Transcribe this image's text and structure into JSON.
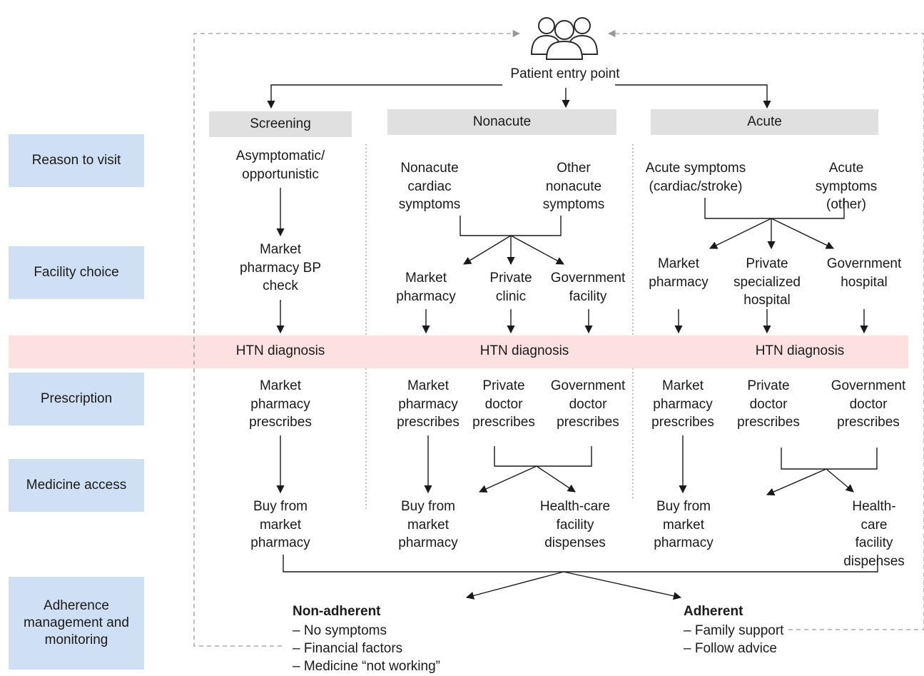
{
  "entry": {
    "icon": "people-group-icon",
    "label": "Patient entry point"
  },
  "rows": [
    {
      "id": "reason",
      "label": "Reason to visit"
    },
    {
      "id": "facility",
      "label": "Facility choice"
    },
    {
      "id": "prescription",
      "label": "Prescription"
    },
    {
      "id": "medicine",
      "label": "Medicine access"
    },
    {
      "id": "adherence",
      "label": "Adherence\nmanagement and\nmonitoring"
    }
  ],
  "columns": {
    "screening": {
      "title": "Screening",
      "reason": "Asymptomatic/\nopportunistic",
      "facility": "Market\npharmacy BP\ncheck",
      "diagnosis": "HTN diagnosis",
      "prescription": "Market\npharmacy\nprescribes",
      "medicine": "Buy from\nmarket\npharmacy"
    },
    "nonacute": {
      "title": "Nonacute",
      "reason": [
        "Nonacute\ncardiac\nsymptoms",
        "Other\nnonacute\nsymptoms"
      ],
      "facility": [
        "Market\npharmacy",
        "Private\nclinic",
        "Government\nfacility"
      ],
      "diagnosis": "HTN diagnosis",
      "prescription": [
        "Market\npharmacy\nprescribes",
        "Private\ndoctor\nprescribes",
        "Government\ndoctor\nprescribes"
      ],
      "medicine": [
        "Buy from\nmarket\npharmacy",
        "Health-care\nfacility\ndispenses"
      ]
    },
    "acute": {
      "title": "Acute",
      "reason": [
        "Acute symptoms\n(cardiac/stroke)",
        "Acute symptoms\n(other)"
      ],
      "facility": [
        "Market\npharmacy",
        "Private\nspecialized\nhospital",
        "Government\nhospital"
      ],
      "diagnosis": "HTN diagnosis",
      "prescription": [
        "Market\npharmacy\nprescribes",
        "Private\ndoctor\nprescribes",
        "Government\ndoctor\nprescribes"
      ],
      "medicine": [
        "Buy from\nmarket\npharmacy",
        "Health-care\nfacility\ndispenses"
      ]
    }
  },
  "outcomes": {
    "non_adherent": {
      "title": "Non-adherent",
      "items": [
        "– No symptoms",
        "– Financial factors",
        "– Medicine “not working”"
      ]
    },
    "adherent": {
      "title": "Adherent",
      "items": [
        "– Family support",
        "– Follow advice"
      ]
    }
  },
  "colors": {
    "row_label_bg": "#cfe0f5",
    "diagnosis_band": "#fde0e0",
    "header_bg": "#e0e0e0",
    "dashed_line": "#9a9a9a"
  }
}
